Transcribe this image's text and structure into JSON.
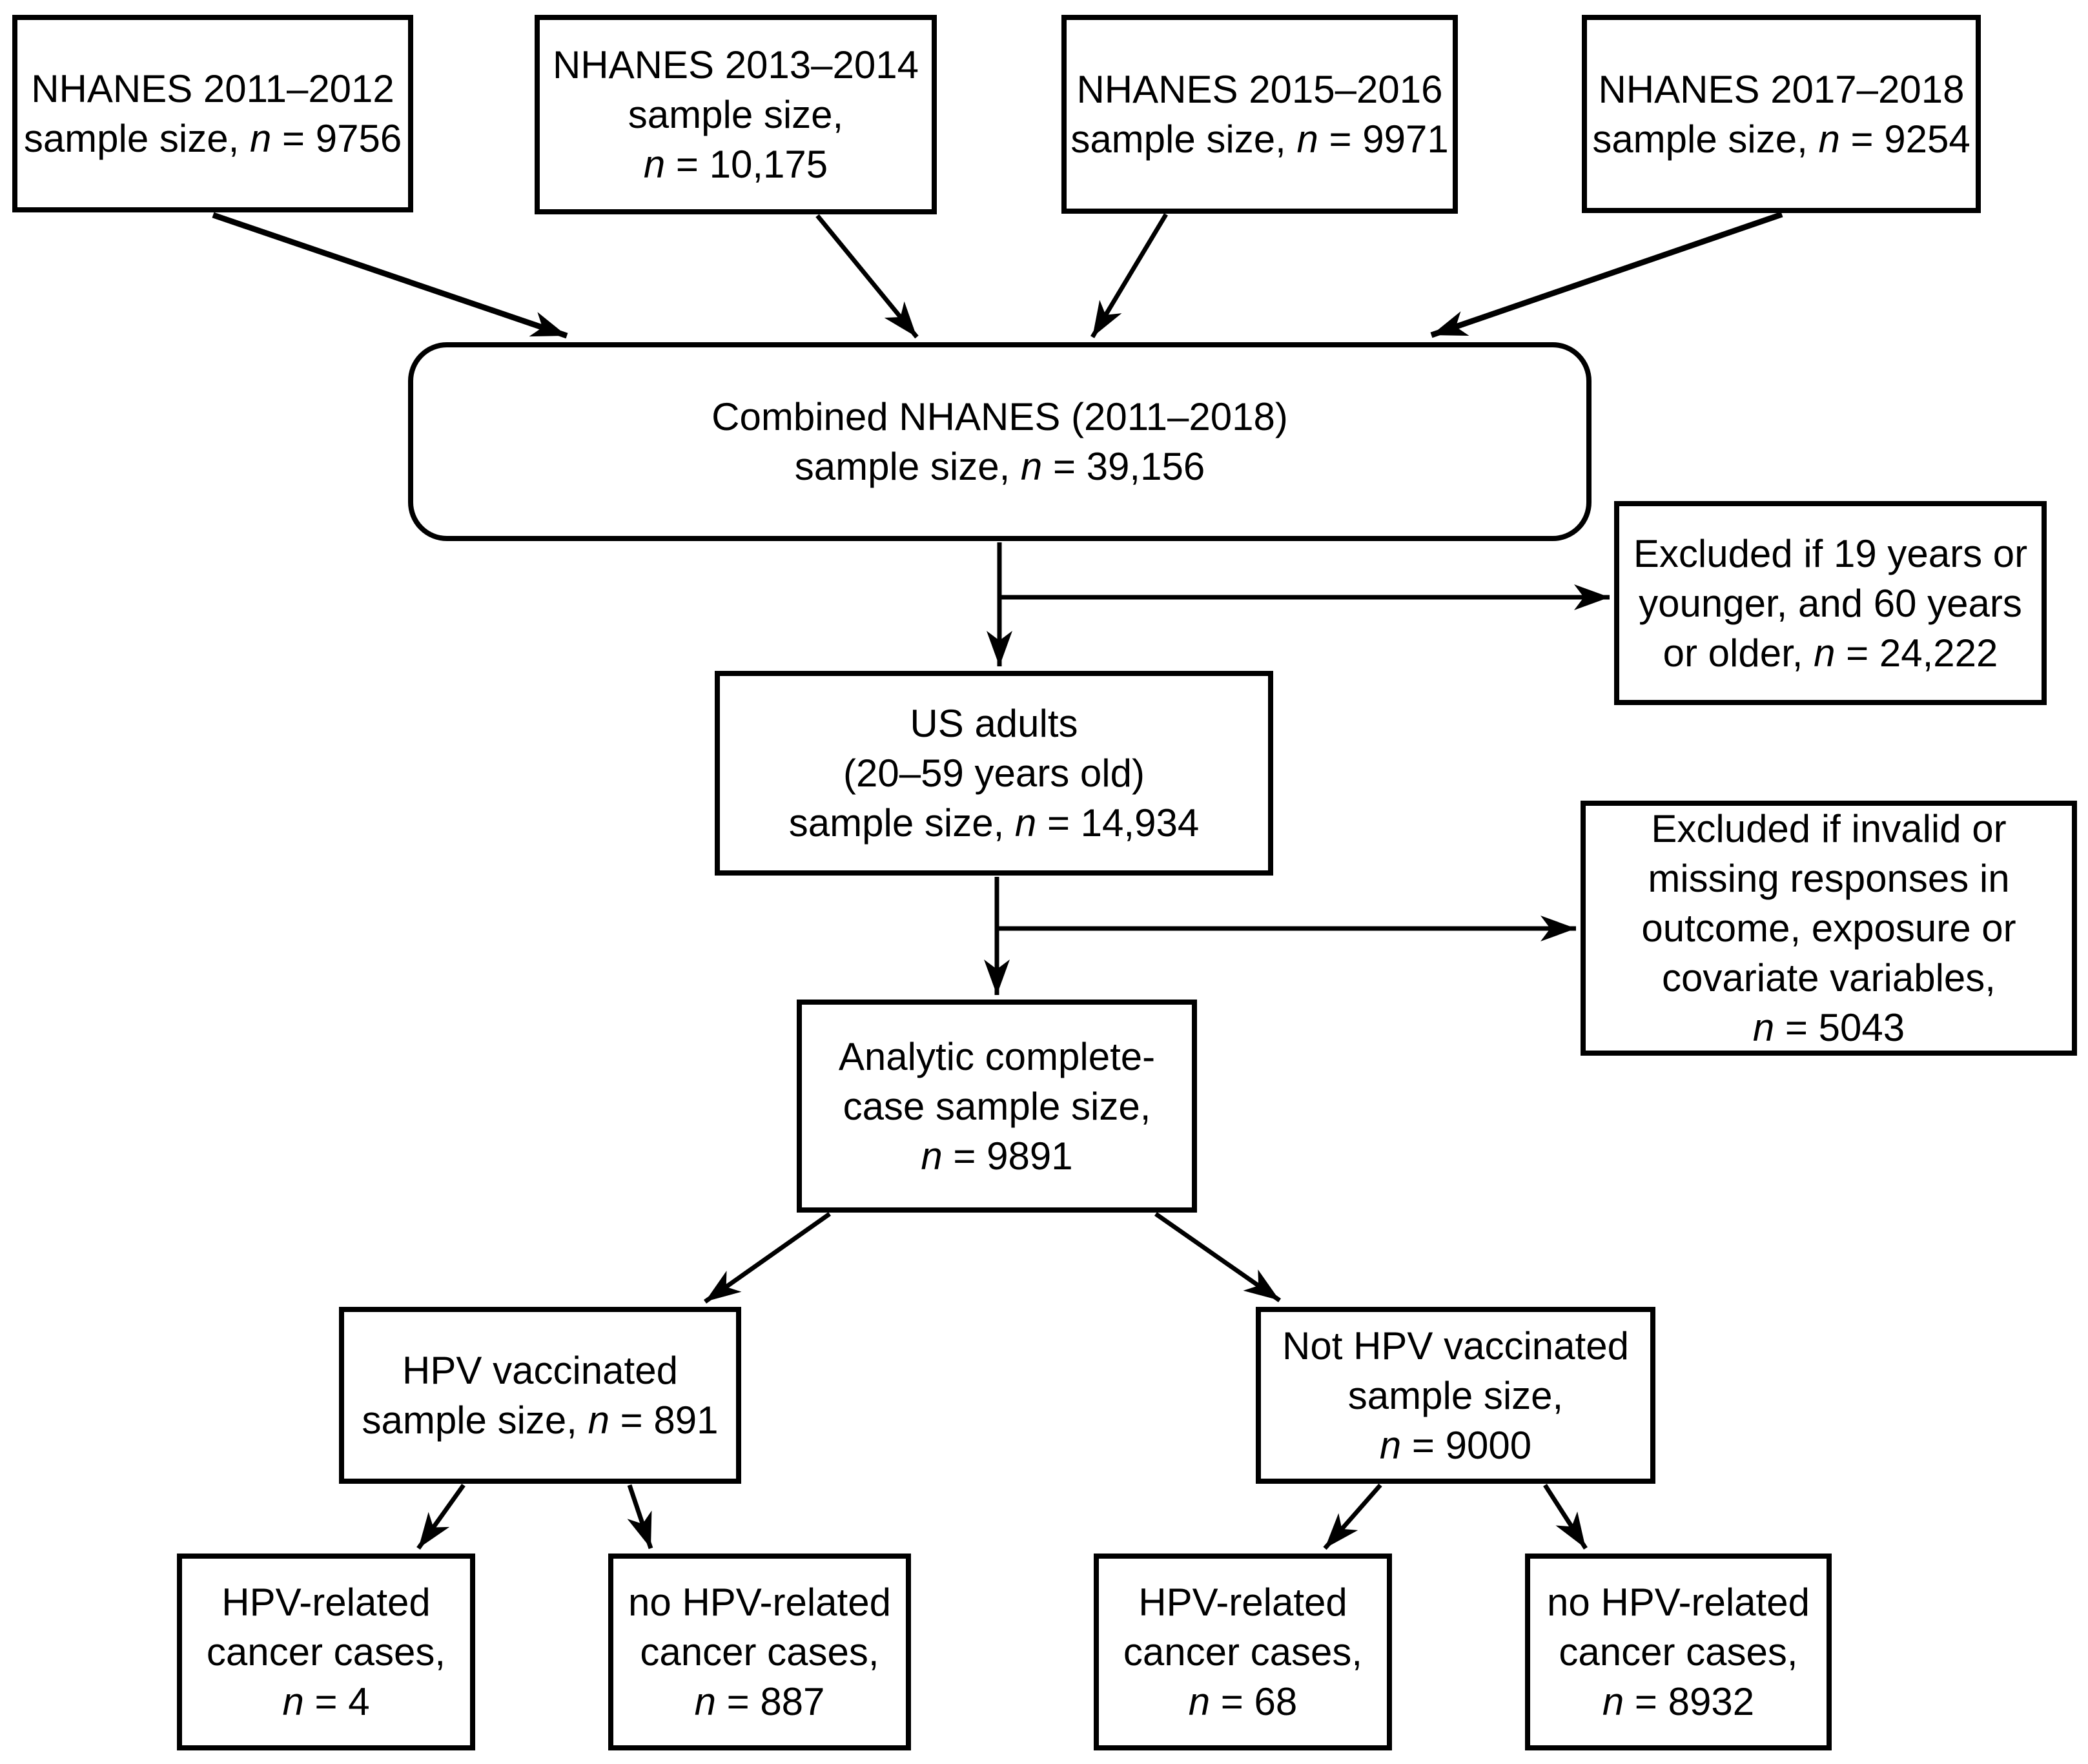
{
  "figure": {
    "title": "NHANES participant selection flow diagram",
    "colors": {
      "background": "#ffffff",
      "line": "#000000",
      "text": "#000000"
    },
    "boxes": [
      {
        "id": "nhanes-2011-2012",
        "n": "9756",
        "lines": [
          [
            {
              "t": "NHANES 2011–2012"
            }
          ],
          [
            {
              "t": "sample size, "
            },
            {
              "t": "n",
              "i": true
            },
            {
              "t": " = 9756"
            }
          ]
        ]
      },
      {
        "id": "nhanes-2013-2014",
        "n": "10,175",
        "lines": [
          [
            {
              "t": "NHANES 2013–2014"
            }
          ],
          [
            {
              "t": "sample size,"
            }
          ],
          [
            {
              "t": "n",
              "i": true
            },
            {
              "t": " = 10,175"
            }
          ]
        ]
      },
      {
        "id": "nhanes-2015-2016",
        "n": "9971",
        "lines": [
          [
            {
              "t": "NHANES 2015–2016"
            }
          ],
          [
            {
              "t": "sample size, "
            },
            {
              "t": "n",
              "i": true
            },
            {
              "t": " = 9971"
            }
          ]
        ]
      },
      {
        "id": "nhanes-2017-2018",
        "n": "9254",
        "lines": [
          [
            {
              "t": "NHANES 2017–2018"
            }
          ],
          [
            {
              "t": "sample size, "
            },
            {
              "t": "n",
              "i": true
            },
            {
              "t": " = 9254"
            }
          ]
        ]
      },
      {
        "id": "combined-nhanes",
        "n": "39,156",
        "lines": [
          [
            {
              "t": "Combined NHANES (2011–2018)"
            }
          ],
          [
            {
              "t": "sample size, "
            },
            {
              "t": "n",
              "i": true
            },
            {
              "t": " = 39,156"
            }
          ]
        ]
      },
      {
        "id": "excluded-age",
        "n": "24,222",
        "lines": [
          [
            {
              "t": "Excluded if 19 years or"
            }
          ],
          [
            {
              "t": "younger, and 60 years"
            }
          ],
          [
            {
              "t": "or older, "
            },
            {
              "t": "n",
              "i": true
            },
            {
              "t": " = 24,222"
            }
          ]
        ]
      },
      {
        "id": "us-adults",
        "n": "14,934",
        "lines": [
          [
            {
              "t": "US adults"
            }
          ],
          [
            {
              "t": "(20–59 years old)"
            }
          ],
          [
            {
              "t": "sample size, "
            },
            {
              "t": "n",
              "i": true
            },
            {
              "t": " = 14,934"
            }
          ]
        ]
      },
      {
        "id": "excluded-invalid-missing",
        "n": "5043",
        "lines": [
          [
            {
              "t": "Excluded if invalid or"
            }
          ],
          [
            {
              "t": "missing responses in"
            }
          ],
          [
            {
              "t": "outcome, exposure or"
            }
          ],
          [
            {
              "t": "covariate variables,"
            }
          ],
          [
            {
              "t": "n",
              "i": true
            },
            {
              "t": " = 5043"
            }
          ]
        ]
      },
      {
        "id": "analytic-complete-case",
        "n": "9891",
        "lines": [
          [
            {
              "t": "Analytic complete-"
            }
          ],
          [
            {
              "t": "case sample size,"
            }
          ],
          [
            {
              "t": "n",
              "i": true
            },
            {
              "t": " = 9891"
            }
          ]
        ]
      },
      {
        "id": "hpv-vaccinated",
        "n": "891",
        "lines": [
          [
            {
              "t": "HPV vaccinated"
            }
          ],
          [
            {
              "t": "sample size, "
            },
            {
              "t": "n",
              "i": true
            },
            {
              "t": " = 891"
            }
          ]
        ]
      },
      {
        "id": "not-hpv-vaccinated",
        "n": "9000",
        "lines": [
          [
            {
              "t": "Not HPV vaccinated"
            }
          ],
          [
            {
              "t": "sample size,"
            }
          ],
          [
            {
              "t": "n",
              "i": true
            },
            {
              "t": " = 9000"
            }
          ]
        ]
      },
      {
        "id": "hpv-cancer-vaccinated",
        "n": "4",
        "lines": [
          [
            {
              "t": "HPV-related"
            }
          ],
          [
            {
              "t": "cancer cases,"
            }
          ],
          [
            {
              "t": "n",
              "i": true
            },
            {
              "t": " = 4"
            }
          ]
        ]
      },
      {
        "id": "no-hpv-cancer-vaccinated",
        "n": "887",
        "lines": [
          [
            {
              "t": "no HPV-related"
            }
          ],
          [
            {
              "t": "cancer cases,"
            }
          ],
          [
            {
              "t": "n",
              "i": true
            },
            {
              "t": " = 887"
            }
          ]
        ]
      },
      {
        "id": "hpv-cancer-unvaccinated",
        "n": "68",
        "lines": [
          [
            {
              "t": "HPV-related"
            }
          ],
          [
            {
              "t": "cancer cases,"
            }
          ],
          [
            {
              "t": "n",
              "i": true
            },
            {
              "t": " = 68"
            }
          ]
        ]
      },
      {
        "id": "no-hpv-cancer-unvaccinated",
        "n": "8932",
        "lines": [
          [
            {
              "t": "no HPV-related"
            }
          ],
          [
            {
              "t": "cancer cases,"
            }
          ],
          [
            {
              "t": "n",
              "i": true
            },
            {
              "t": " = 8932"
            }
          ]
        ]
      }
    ],
    "edges": [
      {
        "from": "nhanes-2011-2012",
        "to": "combined-nhanes"
      },
      {
        "from": "nhanes-2013-2014",
        "to": "combined-nhanes"
      },
      {
        "from": "nhanes-2015-2016",
        "to": "combined-nhanes"
      },
      {
        "from": "nhanes-2017-2018",
        "to": "combined-nhanes"
      },
      {
        "from": "combined-nhanes",
        "to": "us-adults"
      },
      {
        "from": "combined-nhanes",
        "to": "excluded-age"
      },
      {
        "from": "us-adults",
        "to": "analytic-complete-case"
      },
      {
        "from": "us-adults",
        "to": "excluded-invalid-missing"
      },
      {
        "from": "analytic-complete-case",
        "to": "hpv-vaccinated"
      },
      {
        "from": "analytic-complete-case",
        "to": "not-hpv-vaccinated"
      },
      {
        "from": "hpv-vaccinated",
        "to": "hpv-cancer-vaccinated"
      },
      {
        "from": "hpv-vaccinated",
        "to": "no-hpv-cancer-vaccinated"
      },
      {
        "from": "not-hpv-vaccinated",
        "to": "hpv-cancer-unvaccinated"
      },
      {
        "from": "not-hpv-vaccinated",
        "to": "no-hpv-cancer-unvaccinated"
      }
    ]
  }
}
